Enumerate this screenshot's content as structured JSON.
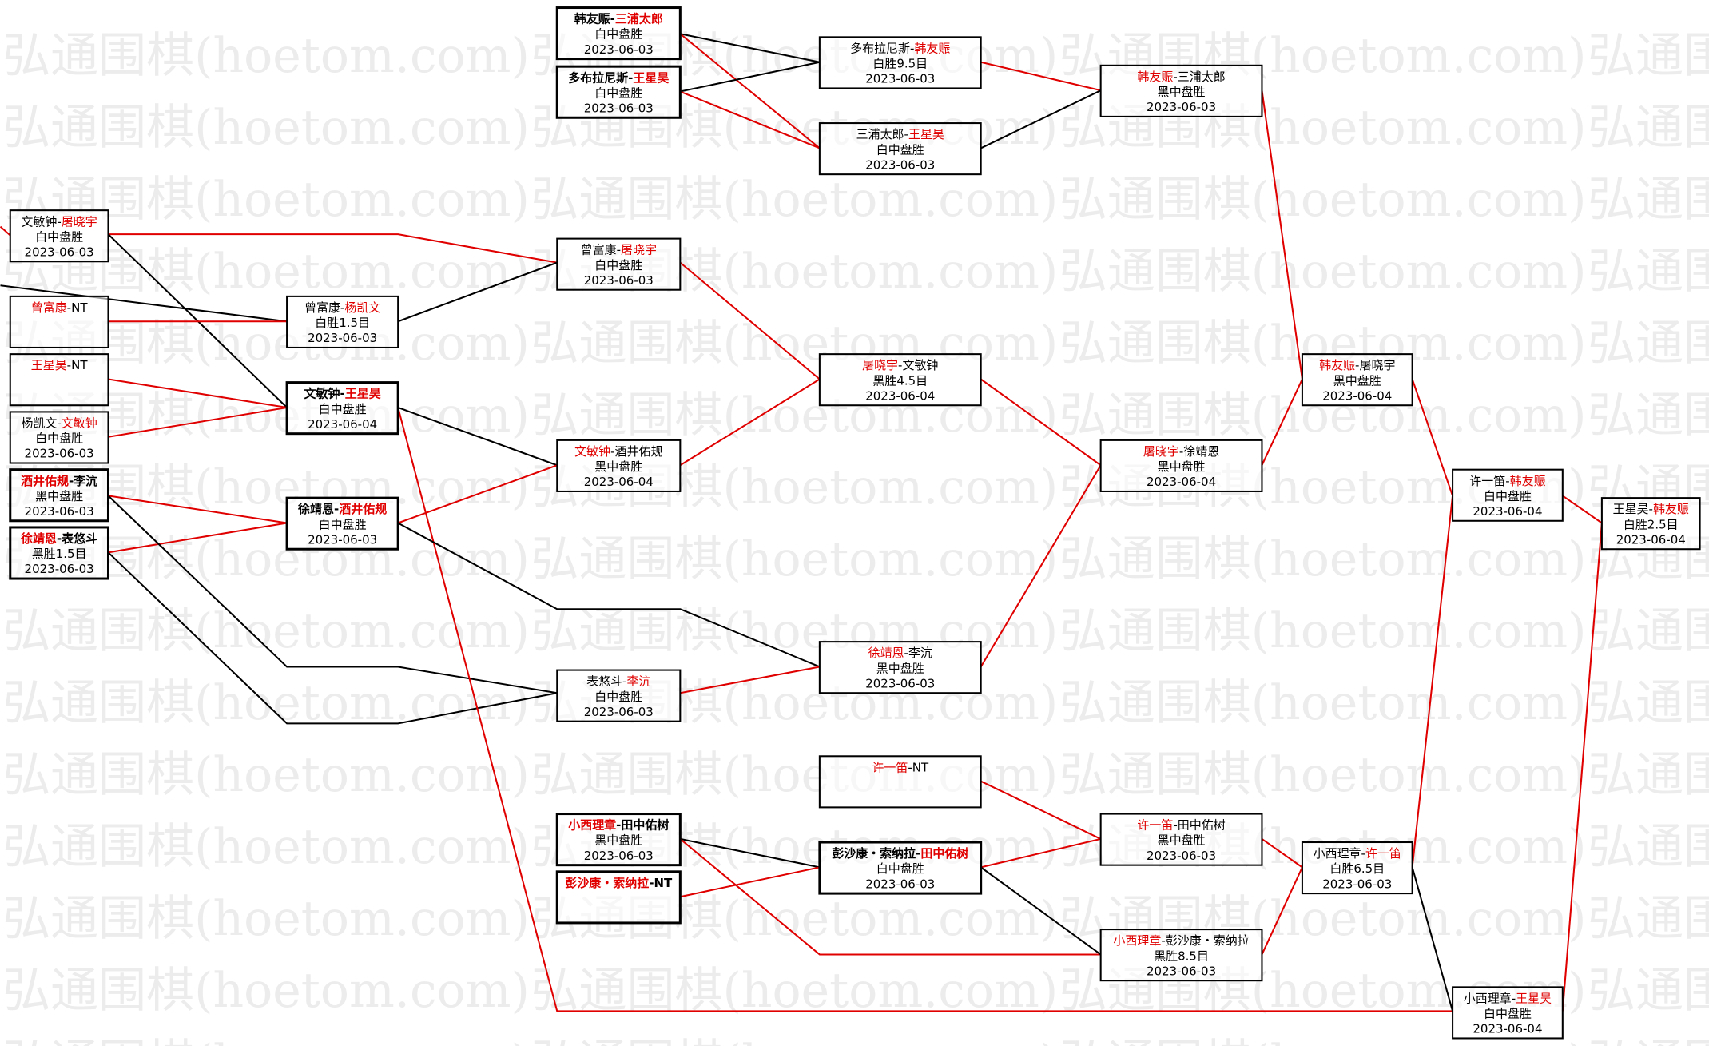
{
  "watermark": "弘通围棋(hoetom.com)",
  "colors": {
    "winner_line": "#e00000",
    "loser_line": "#000000",
    "winner_text": "#e00000"
  },
  "matches": [
    {
      "id": "A1",
      "p1": "文敏钟",
      "p2": "屠晓宇",
      "winner": 2,
      "result": "白中盘胜",
      "date": "2023-06-03",
      "bold": false
    },
    {
      "id": "A2",
      "p1": "曾富康",
      "p2": "NT",
      "winner": 1,
      "result": "",
      "date": "",
      "bold": false
    },
    {
      "id": "A3",
      "p1": "王星昊",
      "p2": "NT",
      "winner": 1,
      "result": "",
      "date": "",
      "bold": false
    },
    {
      "id": "A4",
      "p1": "杨凯文",
      "p2": "文敏钟",
      "winner": 2,
      "result": "白中盘胜",
      "date": "2023-06-03",
      "bold": false
    },
    {
      "id": "A5",
      "p1": "酒井佑规",
      "p2": "李沆",
      "winner": 1,
      "result": "黑中盘胜",
      "date": "2023-06-03",
      "bold": true
    },
    {
      "id": "A6",
      "p1": "徐靖恩",
      "p2": "表悠斗",
      "winner": 1,
      "result": "黑胜1.5目",
      "date": "2023-06-03",
      "bold": true
    },
    {
      "id": "B1",
      "p1": "曾富康",
      "p2": "杨凯文",
      "winner": 2,
      "result": "白胜1.5目",
      "date": "2023-06-03",
      "bold": false
    },
    {
      "id": "B2",
      "p1": "文敏钟",
      "p2": "王星昊",
      "winner": 2,
      "result": "白中盘胜",
      "date": "2023-06-04",
      "bold": true
    },
    {
      "id": "B3",
      "p1": "徐靖恩",
      "p2": "酒井佑规",
      "winner": 2,
      "result": "白中盘胜",
      "date": "2023-06-03",
      "bold": true
    },
    {
      "id": "C1",
      "p1": "韩友赈",
      "p2": "三浦太郎",
      "winner": 2,
      "result": "白中盘胜",
      "date": "2023-06-03",
      "bold": true
    },
    {
      "id": "C2",
      "p1": "多布拉尼斯",
      "p2": "王星昊",
      "winner": 2,
      "result": "白中盘胜",
      "date": "2023-06-03",
      "bold": true
    },
    {
      "id": "C3",
      "p1": "曾富康",
      "p2": "屠晓宇",
      "winner": 2,
      "result": "白中盘胜",
      "date": "2023-06-03",
      "bold": false
    },
    {
      "id": "C4",
      "p1": "文敏钟",
      "p2": "酒井佑规",
      "winner": 1,
      "result": "黑中盘胜",
      "date": "2023-06-04",
      "bold": false
    },
    {
      "id": "C5",
      "p1": "表悠斗",
      "p2": "李沆",
      "winner": 2,
      "result": "白中盘胜",
      "date": "2023-06-03",
      "bold": false
    },
    {
      "id": "C6",
      "p1": "小西理章",
      "p2": "田中佑树",
      "winner": 1,
      "result": "黑中盘胜",
      "date": "2023-06-03",
      "bold": true
    },
    {
      "id": "C7",
      "p1": "彭沙康・索纳拉",
      "p2": "NT",
      "winner": 1,
      "result": "",
      "date": "",
      "bold": true
    },
    {
      "id": "D1",
      "p1": "多布拉尼斯",
      "p2": "韩友赈",
      "winner": 2,
      "result": "白胜9.5目",
      "date": "2023-06-03",
      "bold": false
    },
    {
      "id": "D2",
      "p1": "三浦太郎",
      "p2": "王星昊",
      "winner": 2,
      "result": "白中盘胜",
      "date": "2023-06-03",
      "bold": false
    },
    {
      "id": "D3",
      "p1": "屠晓宇",
      "p2": "文敏钟",
      "winner": 1,
      "result": "黑胜4.5目",
      "date": "2023-06-04",
      "bold": false
    },
    {
      "id": "D4",
      "p1": "徐靖恩",
      "p2": "李沆",
      "winner": 1,
      "result": "黑中盘胜",
      "date": "2023-06-03",
      "bold": false
    },
    {
      "id": "D5",
      "p1": "许一笛",
      "p2": "NT",
      "winner": 1,
      "result": "",
      "date": "",
      "bold": false
    },
    {
      "id": "D6",
      "p1": "彭沙康・索纳拉",
      "p2": "田中佑树",
      "winner": 2,
      "result": "白中盘胜",
      "date": "2023-06-03",
      "bold": true
    },
    {
      "id": "E1",
      "p1": "韩友赈",
      "p2": "三浦太郎",
      "winner": 1,
      "result": "黑中盘胜",
      "date": "2023-06-03",
      "bold": false
    },
    {
      "id": "E2",
      "p1": "屠晓宇",
      "p2": "徐靖恩",
      "winner": 1,
      "result": "黑中盘胜",
      "date": "2023-06-04",
      "bold": false
    },
    {
      "id": "E3",
      "p1": "许一笛",
      "p2": "田中佑树",
      "winner": 1,
      "result": "黑中盘胜",
      "date": "2023-06-03",
      "bold": false
    },
    {
      "id": "E4",
      "p1": "小西理章",
      "p2": "彭沙康・索纳拉",
      "winner": 1,
      "result": "黑胜8.5目",
      "date": "2023-06-03",
      "bold": false
    },
    {
      "id": "F1",
      "p1": "韩友赈",
      "p2": "屠晓宇",
      "winner": 1,
      "result": "黑中盘胜",
      "date": "2023-06-04",
      "bold": false
    },
    {
      "id": "F2",
      "p1": "小西理章",
      "p2": "许一笛",
      "winner": 2,
      "result": "白胜6.5目",
      "date": "2023-06-03",
      "bold": false
    },
    {
      "id": "G1",
      "p1": "许一笛",
      "p2": "韩友赈",
      "winner": 2,
      "result": "白中盘胜",
      "date": "2023-06-04",
      "bold": false
    },
    {
      "id": "G2",
      "p1": "小西理章",
      "p2": "王星昊",
      "winner": 2,
      "result": "白中盘胜",
      "date": "2023-06-04",
      "bold": false
    },
    {
      "id": "H1",
      "p1": "王星昊",
      "p2": "韩友赈",
      "winner": 2,
      "result": "白胜2.5目",
      "date": "2023-06-04",
      "bold": false
    }
  ]
}
